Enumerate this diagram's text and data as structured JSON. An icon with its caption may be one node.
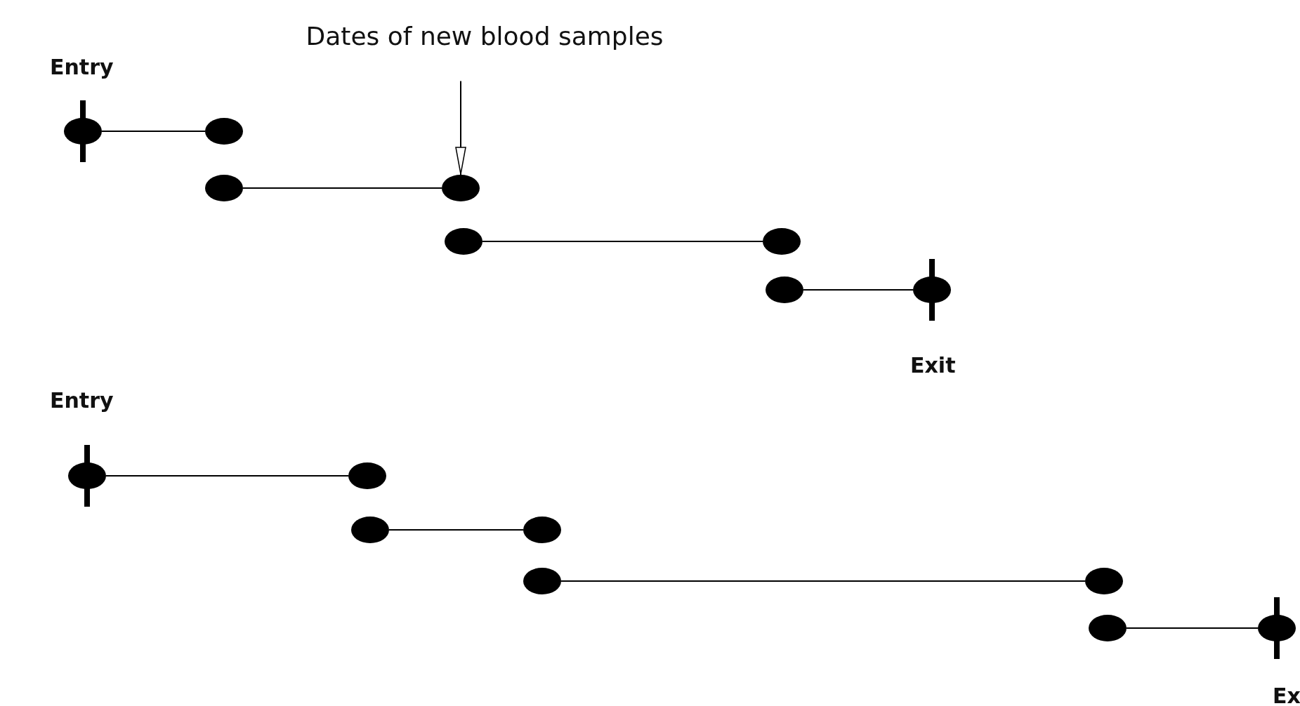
{
  "diagram": {
    "nodes": [
      {
        "text": [
          "Dates of new blood samples"
        ]
      },
      {
        "text": [],
        "shape": "circle",
        "beside": [
          "Entry"
        ]
      },
      {
        "text": [],
        "shape": "circle"
      },
      {
        "text": [],
        "shape": "circle"
      },
      {
        "text": [],
        "shape": "circle"
      },
      {
        "text": [],
        "shape": "circle"
      },
      {
        "text": [],
        "shape": "circle"
      },
      {
        "text": [],
        "shape": "circle"
      },
      {
        "text": [],
        "shape": "circle",
        "beside": [
          "Exit"
        ]
      },
      {
        "text": [],
        "shape": "circle",
        "beside": [
          "Entry"
        ]
      },
      {
        "text": [],
        "shape": "circle"
      },
      {
        "text": [],
        "shape": "circle"
      },
      {
        "text": [],
        "shape": "circle"
      },
      {
        "text": [],
        "shape": "circle"
      },
      {
        "text": [],
        "shape": "circle"
      },
      {
        "text": [],
        "shape": "circle"
      },
      {
        "text": [],
        "shape": "circle",
        "beside": [
          "Ex"
        ]
      }
    ],
    "edges": [
      {
        "from": 0,
        "to": 4,
        "arrow": "to"
      },
      {
        "from": 1,
        "to": 2,
        "arrow": "none"
      },
      {
        "from": 3,
        "to": 4,
        "arrow": "none"
      },
      {
        "from": 5,
        "to": 6,
        "arrow": "none"
      },
      {
        "from": 7,
        "to": 8,
        "arrow": "none"
      },
      {
        "from": 9,
        "to": 10,
        "arrow": "none"
      },
      {
        "from": 11,
        "to": 12,
        "arrow": "none"
      },
      {
        "from": 13,
        "to": 14,
        "arrow": "none"
      },
      {
        "from": 15,
        "to": 16,
        "arrow": "none"
      }
    ]
  }
}
